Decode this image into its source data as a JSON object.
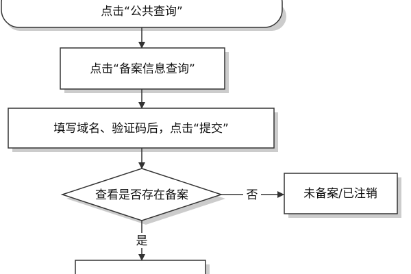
{
  "flowchart": {
    "nodes": {
      "start": {
        "label": "点击“公共查询”",
        "shape": "rounded-terminal"
      },
      "step_record_query": {
        "label": "点击“备案信息查询”",
        "shape": "process"
      },
      "step_fill_form": {
        "label": "填写域名、验证码后，点击“提交”",
        "shape": "process"
      },
      "decision_exists": {
        "label": "查看是否存在备案",
        "shape": "decision"
      },
      "result_unfiled": {
        "label": "未备案/已注销",
        "shape": "process"
      },
      "result_next": {
        "label": "",
        "shape": "process"
      }
    },
    "edges": {
      "no": {
        "label": "否"
      },
      "yes": {
        "label": "是"
      }
    }
  },
  "colors": {
    "node_fill": "#ffffff",
    "node_stroke": "#333333",
    "shadow": "#cccccc",
    "arrow": "#333333",
    "text": "#111111"
  }
}
